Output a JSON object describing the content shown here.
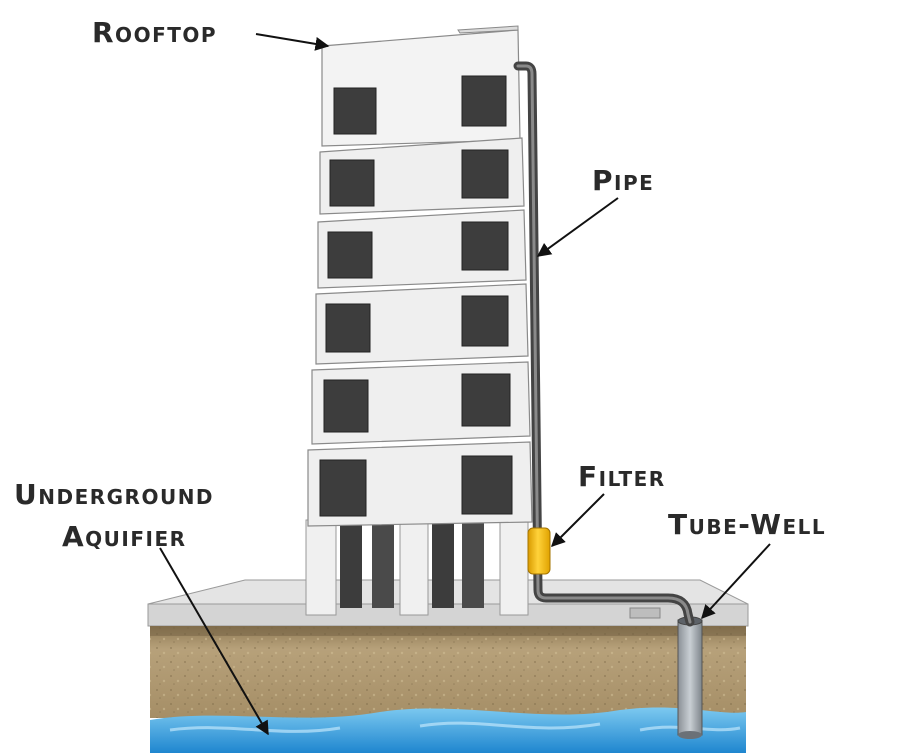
{
  "labels": {
    "rooftop": "Rooftop",
    "pipe": "Pipe",
    "filter": "Filter",
    "tube_well": "Tube-Well",
    "aquifier_line1": "Underground",
    "aquifier_line2": "Aquifier"
  },
  "colors": {
    "building": "#eeeeee",
    "window": "#3d3d3d",
    "pipe": "#555555",
    "filter": "#f2b90a",
    "soil": "#b39b72",
    "water": "#3a9fd8",
    "ground_slab": "#dedede"
  }
}
